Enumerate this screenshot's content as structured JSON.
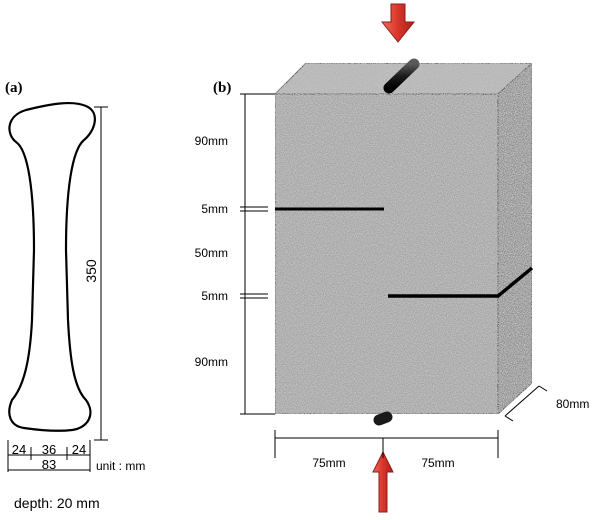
{
  "panel_a": {
    "label": "(a)",
    "height_dim": "350",
    "width_parts": [
      "24",
      "36",
      "24"
    ],
    "total_width": "83",
    "unit_note": "unit : mm",
    "depth_note": "depth: 20 mm"
  },
  "panel_b": {
    "label": "(b)",
    "vertical_dims": [
      "90mm",
      "5mm",
      "50mm",
      "5mm",
      "90mm"
    ],
    "horizontal_dims": [
      "75mm",
      "75mm"
    ],
    "depth_dim": "80mm"
  },
  "colors": {
    "arrow": "#d9352a",
    "arrow_edge": "#8e1d17",
    "specimen": "#9a9a9a",
    "line": "#000000"
  }
}
